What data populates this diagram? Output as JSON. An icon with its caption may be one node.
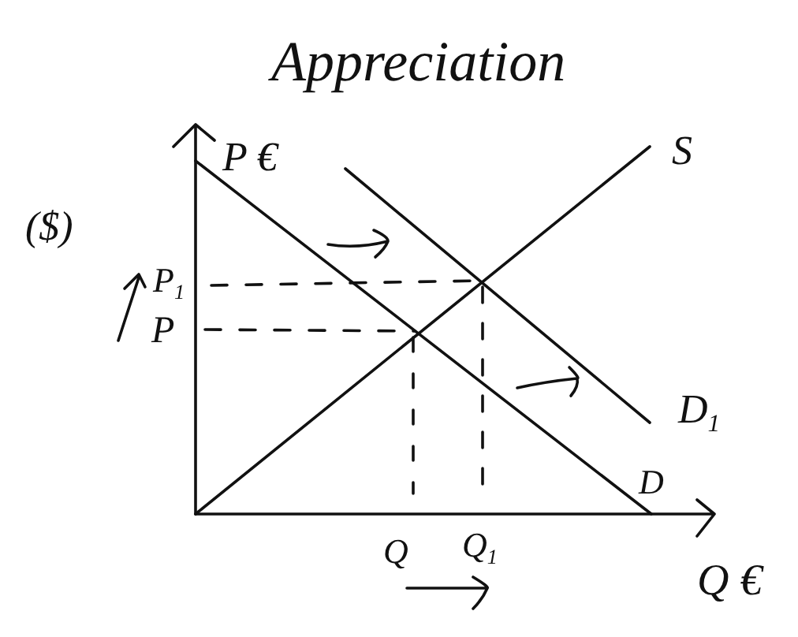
{
  "diagram": {
    "title": "Appreciation",
    "labels": [
      "P €",
      "S",
      "($)",
      "P$_{1}$",
      "P",
      "D$_{1}$",
      "D",
      "Q",
      "Q$_{1}$",
      "Q €"
    ]
  }
}
